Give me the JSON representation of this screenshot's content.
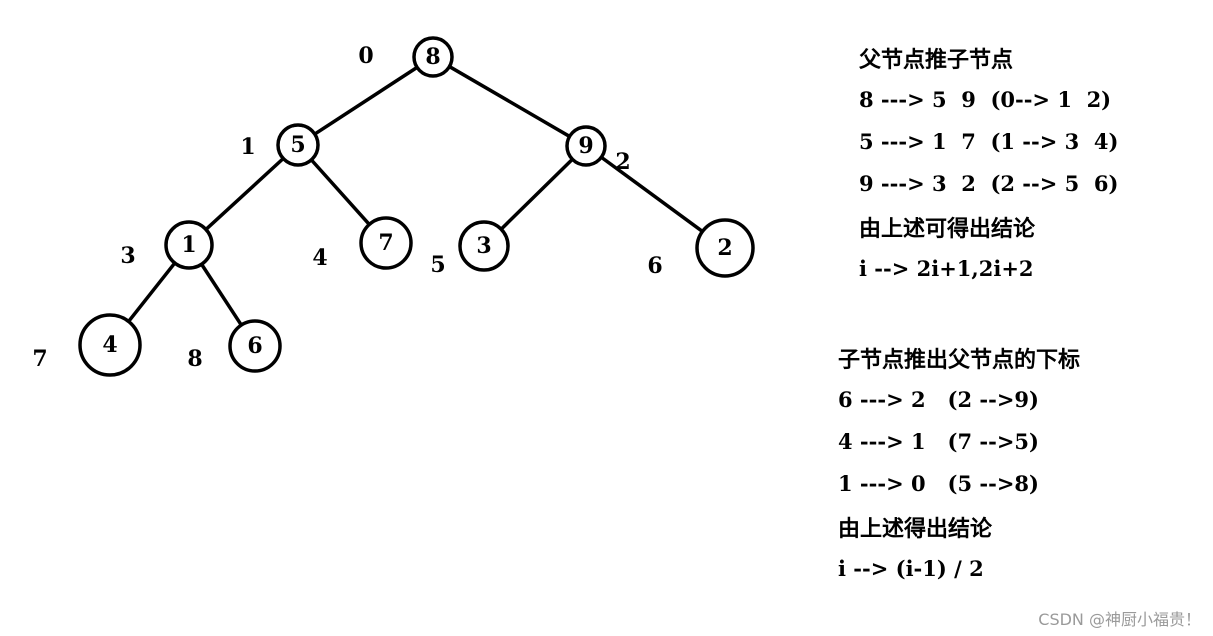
{
  "tree": {
    "nodes": [
      {
        "value": "8",
        "index": "0"
      },
      {
        "value": "5",
        "index": "1"
      },
      {
        "value": "9",
        "index": "2"
      },
      {
        "value": "1",
        "index": "3"
      },
      {
        "value": "7",
        "index": "4"
      },
      {
        "value": "3",
        "index": "5"
      },
      {
        "value": "2",
        "index": "6"
      },
      {
        "value": "4",
        "index": "7"
      },
      {
        "value": "6",
        "index": "8"
      }
    ]
  },
  "parent_to_child": {
    "title": "父节点推子节点",
    "lines": [
      "8 ---> 5  9  (0--> 1  2)",
      "5 ---> 1  7  (1 --> 3  4)",
      "9 ---> 3  2  (2 --> 5  6)"
    ],
    "conclusion_title": "由上述可得出结论",
    "formula": "i --> 2i+1,2i+2"
  },
  "child_to_parent": {
    "title": "子节点推出父节点的下标",
    "lines": [
      "6 ---> 2   (2 -->9)",
      "4 ---> 1   (7 -->5)",
      "1 ---> 0   (5 -->8)"
    ],
    "conclusion_title": "由上述得出结论",
    "formula": "i --> (i-1) / 2"
  },
  "watermark": "CSDN @神厨小福贵！"
}
